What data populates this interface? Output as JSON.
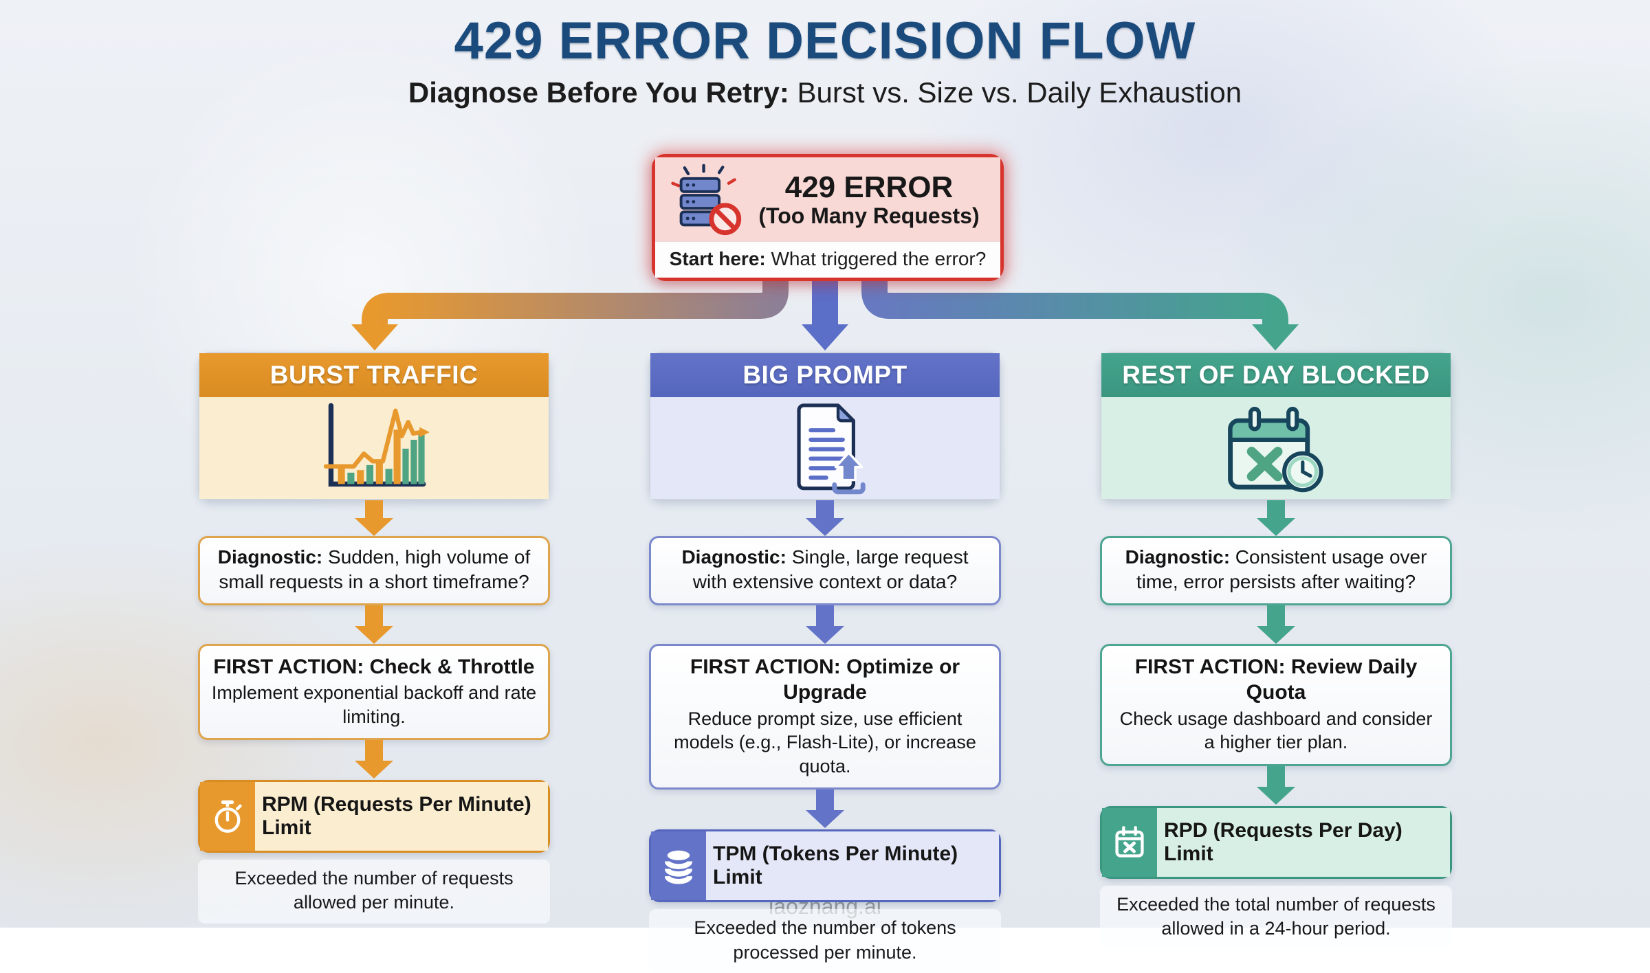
{
  "title": "429 ERROR DECISION FLOW",
  "subtitle": {
    "bold": "Diagnose Before You Retry:",
    "rest": " Burst vs. Size vs. Daily Exhaustion"
  },
  "root": {
    "icon": "server-error-icon",
    "title": "429 ERROR",
    "subtitle": "(Too Many Requests)",
    "prompt_bold": "Start here:",
    "prompt_rest": " What triggered the error?",
    "border_color": "#d6342c",
    "top_bg": "#f9d9d6"
  },
  "colors": {
    "title_text": "#1b4b7c",
    "orange_accent": "#e8992e",
    "orange_light": "#faedd0",
    "blue_accent": "#6373c8",
    "blue_light": "#e4e7f8",
    "teal_accent": "#44a48c",
    "teal_light": "#d8efe5",
    "error_red": "#d6342c"
  },
  "columns": [
    {
      "header": "BURST TRAFFIC",
      "icon": "burst-chart-icon",
      "diagnostic_bold": "Diagnostic:",
      "diagnostic_rest": " Sudden, high volume of small requests in a short timeframe?",
      "action_title": "FIRST ACTION: Check & Throttle",
      "action_body": "Implement exponential backoff and rate limiting.",
      "limit_icon": "stopwatch-icon",
      "limit_label": "RPM (Requests Per Minute) Limit",
      "limit_description": "Exceeded the number of requests allowed per minute.",
      "accent": "#e8992e"
    },
    {
      "header": "BIG PROMPT",
      "icon": "document-upload-icon",
      "diagnostic_bold": "Diagnostic:",
      "diagnostic_rest": " Single, large request with extensive context or data?",
      "action_title": "FIRST ACTION: Optimize or Upgrade",
      "action_body": "Reduce prompt size, use efficient models (e.g., Flash-Lite), or increase quota.",
      "limit_icon": "database-icon",
      "limit_label": "TPM (Tokens Per Minute) Limit",
      "limit_description": "Exceeded the number of tokens processed per minute.",
      "accent": "#6373c8"
    },
    {
      "header": "REST OF DAY BLOCKED",
      "icon": "calendar-blocked-icon",
      "diagnostic_bold": "Diagnostic:",
      "diagnostic_rest": " Consistent usage over time, error persists after waiting?",
      "action_title": "FIRST ACTION: Review Daily Quota",
      "action_body": "Check usage dashboard and consider a higher tier plan.",
      "limit_icon": "calendar-x-icon",
      "limit_label": "RPD (Requests Per Day) Limit",
      "limit_description": "Exceeded the total number of requests allowed in a 24-hour period.",
      "accent": "#44a48c"
    }
  ],
  "footer": "laozhang.ai"
}
